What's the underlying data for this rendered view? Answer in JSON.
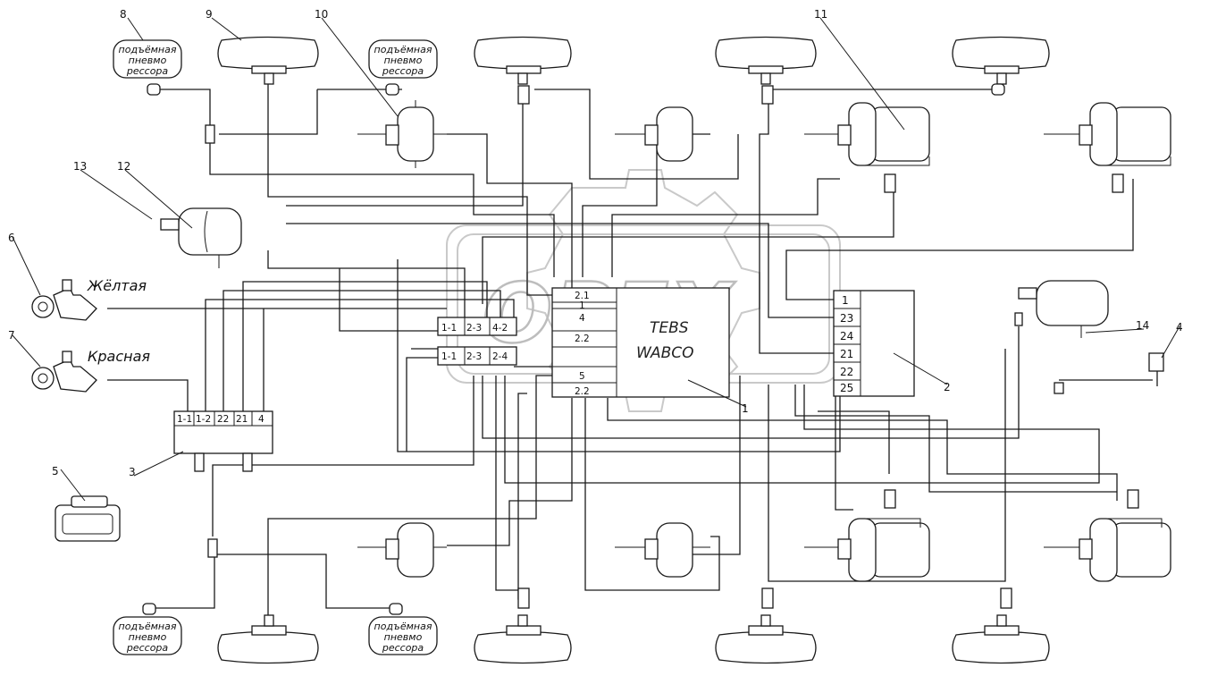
{
  "callouts": [
    "1",
    "2",
    "3",
    "4",
    "5",
    "6",
    "7",
    "8",
    "9",
    "10",
    "11",
    "12",
    "13",
    "14"
  ],
  "coupling_labels": {
    "yellow": "Жёлтая",
    "red": "Красная"
  },
  "lift_spring_tag": [
    "подъёмная",
    "пневмо",
    "рессора"
  ],
  "ecu": {
    "line1": "TEBS",
    "line2": "WABCO",
    "ports": [
      "2.1",
      "1",
      "4",
      "2.2",
      "5",
      "2.2"
    ]
  },
  "valve_block": {
    "ports": [
      "1",
      "23",
      "24",
      "21",
      "22",
      "25"
    ]
  },
  "relay_valve": {
    "ports": [
      "1-1",
      "2-3",
      "4-2",
      "1-1",
      "2-3",
      "2-4"
    ]
  },
  "manifold": {
    "ports": [
      "1-1",
      "1-2",
      "22",
      "21",
      "4"
    ]
  },
  "watermark": "OPEX"
}
